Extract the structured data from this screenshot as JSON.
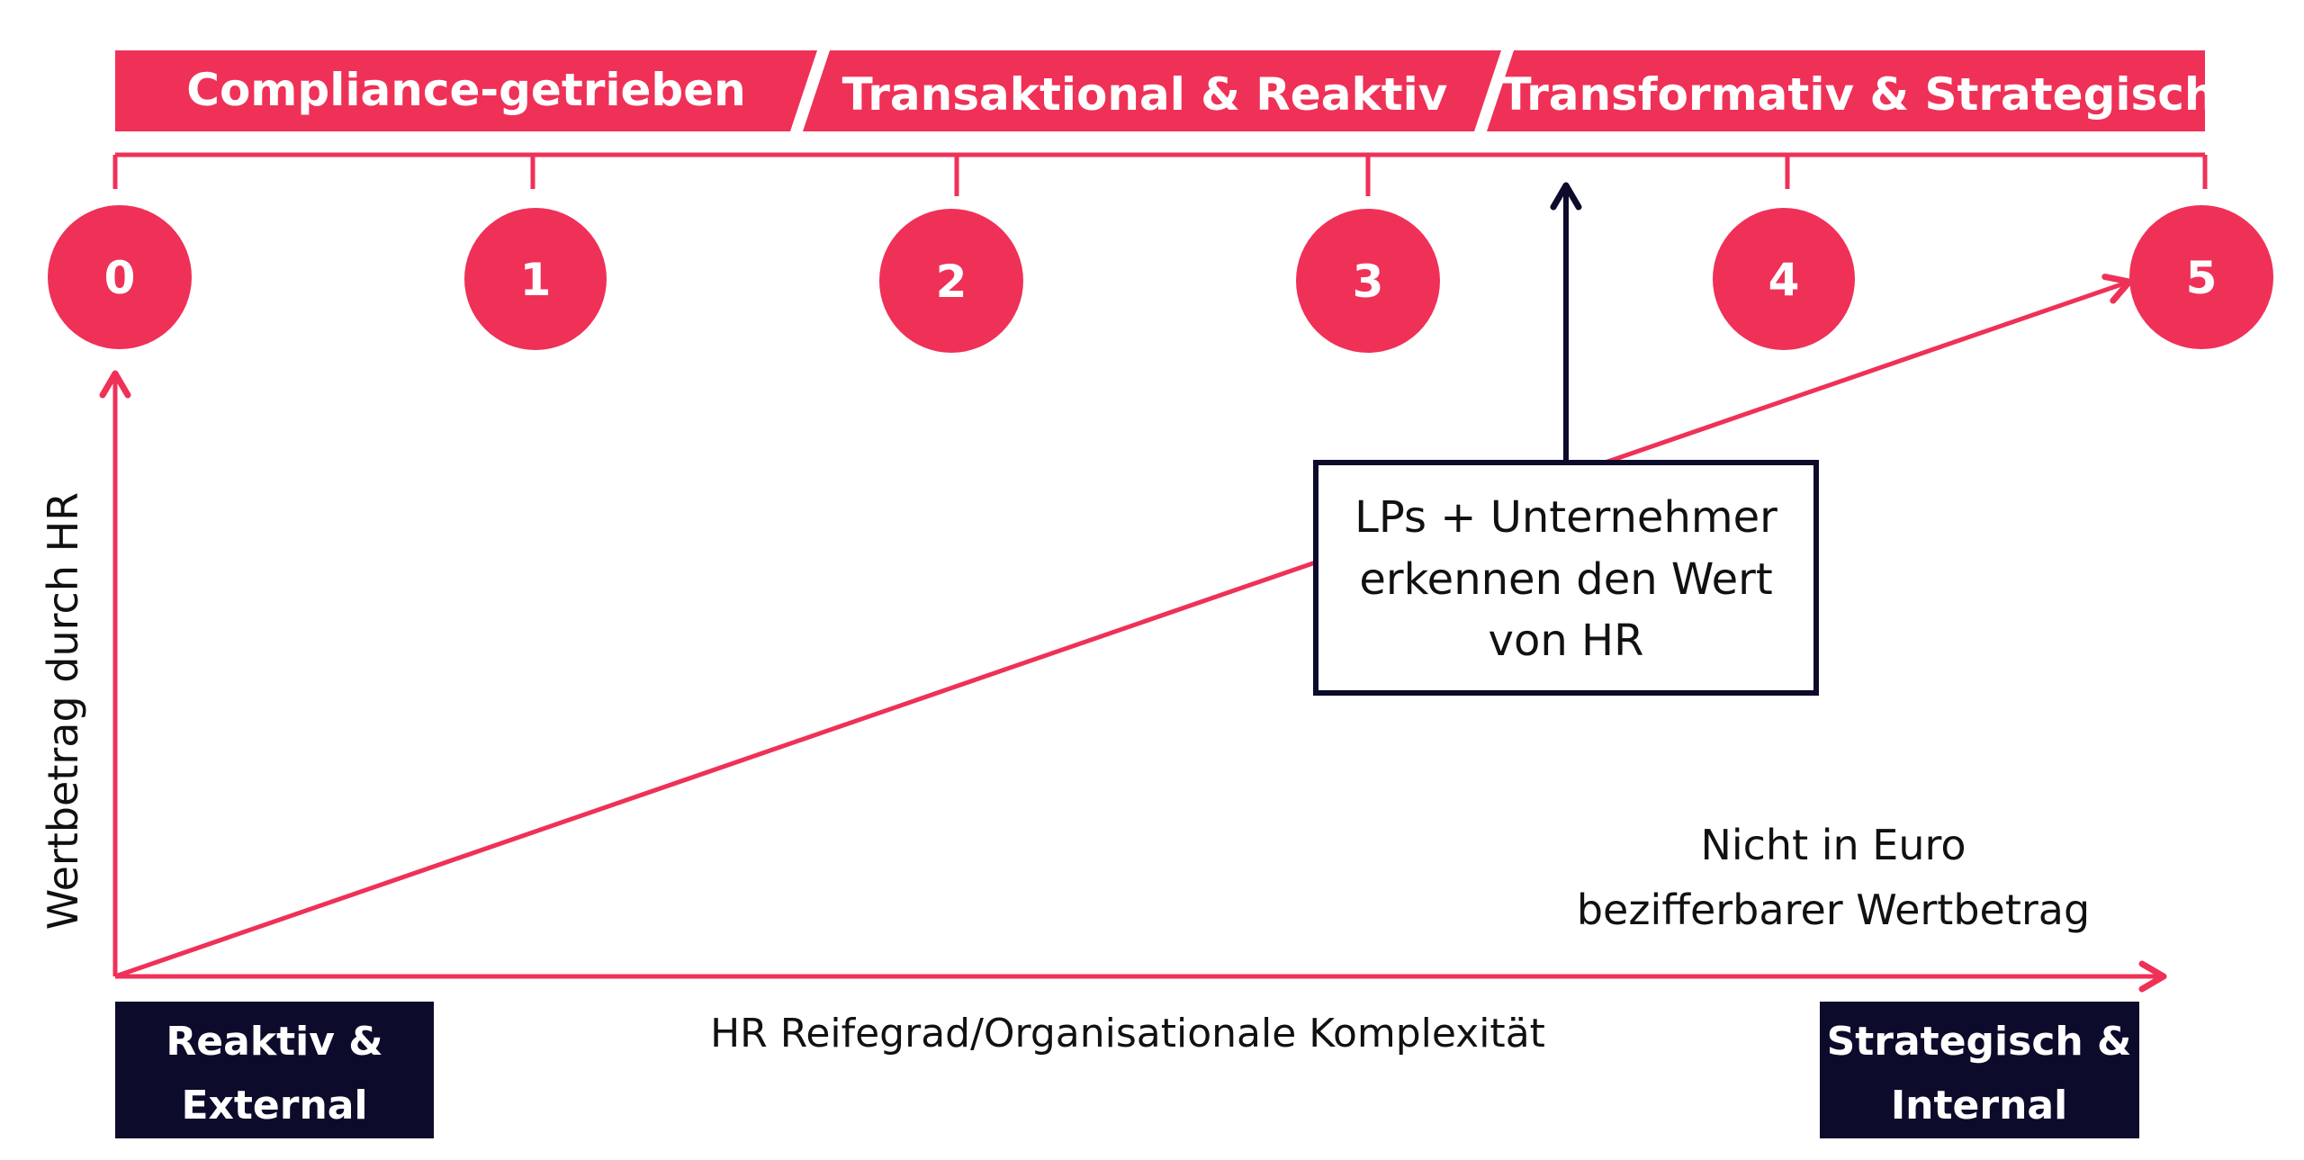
{
  "colors": {
    "accent": "#ef3157",
    "navy": "#0d0b2b",
    "text": "#111111",
    "background": "#ffffff"
  },
  "phases": [
    {
      "label": "Compliance-getrieben"
    },
    {
      "label": "Transaktional & Reaktiv"
    },
    {
      "label": "Transformativ & Strategisch"
    }
  ],
  "levels": [
    "0",
    "1",
    "2",
    "3",
    "4",
    "5"
  ],
  "y_axis_label": "Wertbetrag durch HR",
  "x_axis_label": "HR Reifegrad/Organisationale Komplexität",
  "callout": {
    "line1": "LPs + Unternehmer",
    "line2": "erkennen den Wert",
    "line3": "von HR"
  },
  "value_note": {
    "line1": "Nicht in Euro",
    "line2": "bezifferbarer Wertbetrag"
  },
  "left_box": {
    "line1": "Reaktiv &",
    "line2": "External"
  },
  "right_box": {
    "line1": "Strategisch &",
    "line2": "Internal"
  }
}
